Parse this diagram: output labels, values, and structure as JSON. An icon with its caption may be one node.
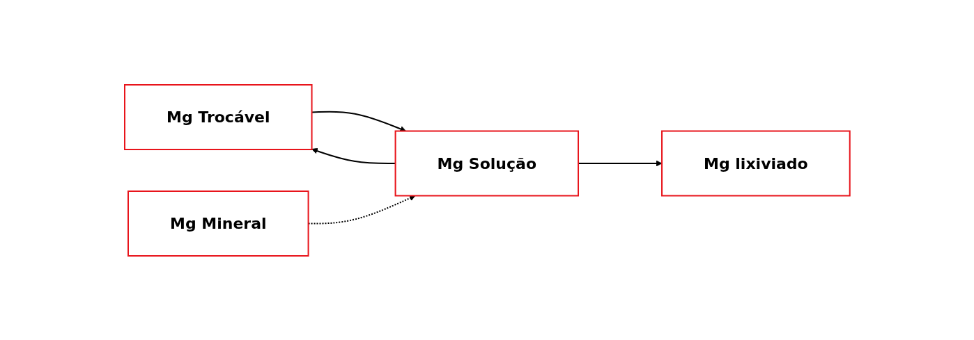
{
  "diagram": {
    "nodes": [
      {
        "text": [
          "Mg Trocável"
        ]
      },
      {
        "text": [
          "Mg Solução"
        ]
      },
      {
        "text": [
          "Mg Mineral"
        ]
      },
      {
        "text": [
          "Mg lixiviado"
        ]
      }
    ],
    "edges": [
      {
        "from": 1,
        "to": 0,
        "arrow": "to"
      },
      {
        "from": 0,
        "to": 1,
        "arrow": "to"
      },
      {
        "from": 2,
        "to": 1,
        "arrow": "to",
        "style": "dashed"
      },
      {
        "from": 1,
        "to": 3,
        "arrow": "to"
      }
    ]
  }
}
